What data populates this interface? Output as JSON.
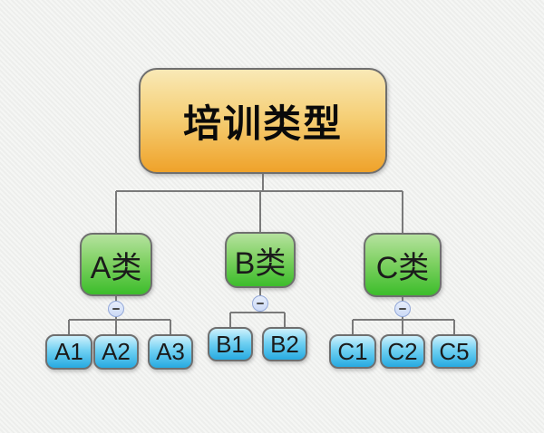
{
  "title_node": {
    "label": "培训类型"
  },
  "category_nodes": [
    {
      "label": "A类"
    },
    {
      "label": "B类"
    },
    {
      "label": "C类"
    }
  ],
  "leaf_nodes": {
    "a": [
      {
        "label": "A1"
      },
      {
        "label": "A2"
      },
      {
        "label": "A3"
      }
    ],
    "b": [
      {
        "label": "B1"
      },
      {
        "label": "B2"
      }
    ],
    "c": [
      {
        "label": "C1"
      },
      {
        "label": "C2"
      },
      {
        "label": "C5"
      }
    ]
  },
  "collapse_button": {
    "state": "expanded",
    "symbol": "minus"
  },
  "colors": {
    "background": "#F1F2F0",
    "root_gradient_top": "#F9E9B6",
    "root_gradient_bottom": "#EFA22A",
    "category_gradient_top": "#B5E29E",
    "category_gradient_bottom": "#3CBD2B",
    "leaf_gradient_top": "#CDF0FC",
    "leaf_gradient_bottom": "#27AAE1",
    "node_border": "#6F6F6F",
    "connector": "#7A7A7A",
    "collapse_fill": "#DCE6F8",
    "collapse_border": "#94A9D9"
  }
}
